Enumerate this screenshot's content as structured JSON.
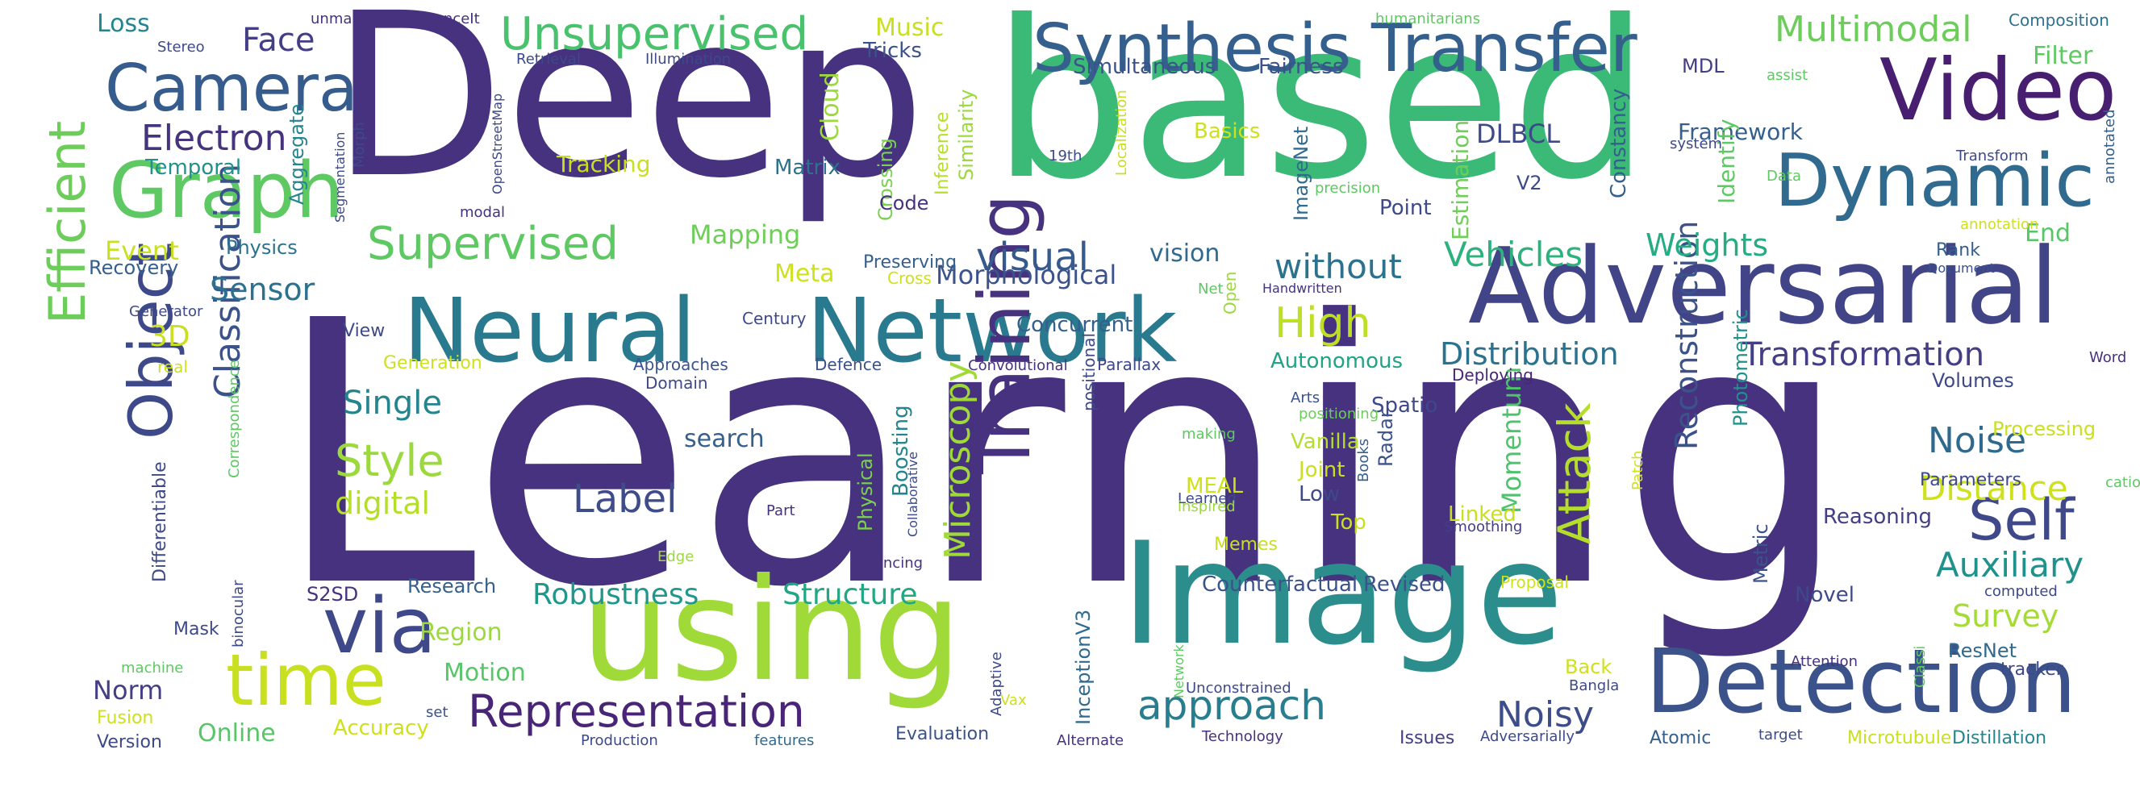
{
  "words": [
    {
      "text": "Learning",
      "color": "#46327e"
    },
    {
      "text": "Deep",
      "color": "#46327e"
    },
    {
      "text": "based",
      "color": "#3aba76"
    },
    {
      "text": "Image",
      "color": "#2c8e8c"
    },
    {
      "text": "using",
      "color": "#a0da39"
    },
    {
      "text": "Neural",
      "color": "#297a8e"
    },
    {
      "text": "Network",
      "color": "#297a8e"
    },
    {
      "text": "Adversarial",
      "color": "#414487"
    },
    {
      "text": "Detection",
      "color": "#3b528b"
    },
    {
      "text": "Video",
      "color": "#481f70"
    },
    {
      "text": "Synthesis",
      "color": "#355f8d"
    },
    {
      "text": "Transfer",
      "color": "#355f8d"
    },
    {
      "text": "Dynamic",
      "color": "#306a8e"
    },
    {
      "text": "Graph",
      "color": "#5ec962"
    },
    {
      "text": "Camera",
      "color": "#365c8d"
    },
    {
      "text": "via",
      "color": "#3f4889"
    },
    {
      "text": "time",
      "color": "#c8e020"
    },
    {
      "text": "Training",
      "color": "#46327e"
    },
    {
      "text": "Object",
      "color": "#3e4989"
    },
    {
      "text": "Efficient",
      "color": "#6ccd5a"
    },
    {
      "text": "Self",
      "color": "#3f4889"
    },
    {
      "text": "Representation",
      "color": "#482576"
    },
    {
      "text": "Unsupervised",
      "color": "#4ac16d"
    },
    {
      "text": "Supervised",
      "color": "#5ec962"
    },
    {
      "text": "approach",
      "color": "#287d8e"
    },
    {
      "text": "Attack",
      "color": "#b5de2b"
    },
    {
      "text": "Classification",
      "color": "#3b528b"
    },
    {
      "text": "Multimodal",
      "color": "#6ccd5a"
    },
    {
      "text": "Electron",
      "color": "#46337e"
    },
    {
      "text": "Microscopy",
      "color": "#a0da39"
    },
    {
      "text": "Style",
      "color": "#9bd93c"
    },
    {
      "text": "High",
      "color": "#bddf26"
    },
    {
      "text": "visual",
      "color": "#375a8c"
    },
    {
      "text": "Transformation",
      "color": "#433e85"
    },
    {
      "text": "Distribution",
      "color": "#2c728e"
    },
    {
      "text": "Label",
      "color": "#3e4c8a"
    },
    {
      "text": "Noise",
      "color": "#30698e"
    },
    {
      "text": "Reconstruction",
      "color": "#3b528b"
    },
    {
      "text": "Robustness",
      "color": "#1f988b"
    },
    {
      "text": "Structure",
      "color": "#22a785"
    },
    {
      "text": "Distance",
      "color": "#cde11d"
    },
    {
      "text": "Survey",
      "color": "#a5db36"
    },
    {
      "text": "Auxiliary",
      "color": "#21918c"
    },
    {
      "text": "Noisy",
      "color": "#3d4d8a"
    },
    {
      "text": "Face",
      "color": "#433e85"
    },
    {
      "text": "Sensor",
      "color": "#2c728e"
    },
    {
      "text": "Single",
      "color": "#25858e"
    },
    {
      "text": "without",
      "color": "#2c728e"
    },
    {
      "text": "Vehicles",
      "color": "#2db27d"
    },
    {
      "text": "Weights",
      "color": "#25ac82"
    },
    {
      "text": "digital",
      "color": "#b5de2b"
    },
    {
      "text": "Morphological",
      "color": "#3b528b"
    },
    {
      "text": "Mapping",
      "color": "#6ece58"
    },
    {
      "text": "Momentum",
      "color": "#4ec36b"
    },
    {
      "text": "Region",
      "color": "#9bd93c"
    },
    {
      "text": "Motion",
      "color": "#56c667"
    },
    {
      "text": "Norm",
      "color": "#433e85"
    },
    {
      "text": "Online",
      "color": "#56c667"
    },
    {
      "text": "Accuracy",
      "color": "#cde11d"
    },
    {
      "text": "Music",
      "color": "#c8e020"
    },
    {
      "text": "Tricks",
      "color": "#3b528b"
    },
    {
      "text": "Cloud",
      "color": "#9bd93c"
    },
    {
      "text": "Filter",
      "color": "#5ec962"
    },
    {
      "text": "DLBCL",
      "color": "#3e4989"
    },
    {
      "text": "Framework",
      "color": "#355f8d"
    },
    {
      "text": "MDL",
      "color": "#433e85"
    },
    {
      "text": "Composition",
      "color": "#2c728e"
    },
    {
      "text": "Loss",
      "color": "#25858e"
    },
    {
      "text": "Temporal",
      "color": "#21918c"
    },
    {
      "text": "Event",
      "color": "#c8e020"
    },
    {
      "text": "3D",
      "color": "#c8e020"
    },
    {
      "text": "Recovery",
      "color": "#355f8d"
    },
    {
      "text": "Physics",
      "color": "#2c728e"
    },
    {
      "text": "Point",
      "color": "#3e4989"
    },
    {
      "text": "Vanilla",
      "color": "#b5de2b"
    },
    {
      "text": "Spatio",
      "color": "#3e4989"
    },
    {
      "text": "Autonomous",
      "color": "#20a386"
    },
    {
      "text": "Meta",
      "color": "#cde11d"
    },
    {
      "text": "Concurrent",
      "color": "#355f8d"
    },
    {
      "text": "vision",
      "color": "#306a8e"
    },
    {
      "text": "Matrix",
      "color": "#2c728e"
    },
    {
      "text": "Tracking",
      "color": "#c8e020"
    },
    {
      "text": "Basics",
      "color": "#cde11d"
    },
    {
      "text": "Simultaneous",
      "color": "#3b528b"
    },
    {
      "text": "Fairness",
      "color": "#3b528b"
    },
    {
      "text": "Estimation",
      "color": "#6ece58"
    },
    {
      "text": "Constancy",
      "color": "#355f8d"
    },
    {
      "text": "Identify",
      "color": "#5ec962"
    },
    {
      "text": "ImageNet",
      "color": "#306a8e"
    },
    {
      "text": "V2",
      "color": "#3e4989"
    },
    {
      "text": "Similarity",
      "color": "#9bd93c"
    },
    {
      "text": "Crossing",
      "color": "#7ad151"
    },
    {
      "text": "Inference",
      "color": "#b5de2b"
    },
    {
      "text": "Boosting",
      "color": "#25858e"
    },
    {
      "text": "Physical",
      "color": "#7ad151"
    },
    {
      "text": "Code",
      "color": "#46327e"
    },
    {
      "text": "Preserving",
      "color": "#355f8d"
    },
    {
      "text": "Cross",
      "color": "#cde11d"
    },
    {
      "text": "Century",
      "color": "#3e4989"
    },
    {
      "text": "Defence",
      "color": "#3b528b"
    },
    {
      "text": "Approaches",
      "color": "#3b528b"
    },
    {
      "text": "Domain",
      "color": "#3e4989"
    },
    {
      "text": "Convolutional",
      "color": "#46327e"
    },
    {
      "text": "Parallax",
      "color": "#3e4989"
    },
    {
      "text": "Deploying",
      "color": "#482576"
    },
    {
      "text": "Arts",
      "color": "#3b528b"
    },
    {
      "text": "positioning",
      "color": "#6ccd5a"
    },
    {
      "text": "making",
      "color": "#5ec962"
    },
    {
      "text": "Learned",
      "color": "#3e4989"
    },
    {
      "text": "MEAL",
      "color": "#cde11d"
    },
    {
      "text": "inspired",
      "color": "#9bd93c"
    },
    {
      "text": "Memes",
      "color": "#c8e020"
    },
    {
      "text": "Joint",
      "color": "#c8e020"
    },
    {
      "text": "Low",
      "color": "#3e4989"
    },
    {
      "text": "Top",
      "color": "#c8e020"
    },
    {
      "text": "Books",
      "color": "#355f8d"
    },
    {
      "text": "Linked",
      "color": "#c8e020"
    },
    {
      "text": "Smoothing",
      "color": "#433e85"
    },
    {
      "text": "Radar",
      "color": "#3b528b"
    },
    {
      "text": "Photometric",
      "color": "#21918c"
    },
    {
      "text": "Patch",
      "color": "#cde11d"
    },
    {
      "text": "Processing",
      "color": "#c8e020"
    },
    {
      "text": "Parameters",
      "color": "#3e4989"
    },
    {
      "text": "cation",
      "color": "#5ec962"
    },
    {
      "text": "Reasoning",
      "color": "#433e85"
    },
    {
      "text": "Word",
      "color": "#46327e"
    },
    {
      "text": "Volumes",
      "color": "#3e4989"
    },
    {
      "text": "Rank",
      "color": "#355f8d"
    },
    {
      "text": "End",
      "color": "#56c667"
    },
    {
      "text": "Document",
      "color": "#3b528b"
    },
    {
      "text": "annotation",
      "color": "#cde11d"
    },
    {
      "text": "Data",
      "color": "#5ec962"
    },
    {
      "text": "Transform",
      "color": "#3e4989"
    },
    {
      "text": "annotated",
      "color": "#355f8d"
    },
    {
      "text": "system",
      "color": "#3e4989"
    },
    {
      "text": "assist",
      "color": "#5ec962"
    },
    {
      "text": "precision",
      "color": "#5ec962"
    },
    {
      "text": "Localization",
      "color": "#c8e020"
    },
    {
      "text": "19th",
      "color": "#3e4989"
    },
    {
      "text": "Handwritten",
      "color": "#46327e"
    },
    {
      "text": "Net",
      "color": "#5ec962"
    },
    {
      "text": "Open",
      "color": "#9bd93c"
    },
    {
      "text": "positional",
      "color": "#3e4989"
    },
    {
      "text": "Collaborative",
      "color": "#3e4989"
    },
    {
      "text": "Part",
      "color": "#46327e"
    },
    {
      "text": "Dancing",
      "color": "#46327e"
    },
    {
      "text": "Edge",
      "color": "#9bd93c"
    },
    {
      "text": "Research",
      "color": "#355f8d"
    },
    {
      "text": "S2SD",
      "color": "#46327e"
    },
    {
      "text": "Mask",
      "color": "#3e4989"
    },
    {
      "text": "machine",
      "color": "#5ec962"
    },
    {
      "text": "Fusion",
      "color": "#cde11d"
    },
    {
      "text": "Version",
      "color": "#3e4989"
    },
    {
      "text": "set",
      "color": "#3b528b"
    },
    {
      "text": "Production",
      "color": "#3e4989"
    },
    {
      "text": "features",
      "color": "#306a8e"
    },
    {
      "text": "Evaluation",
      "color": "#3b528b"
    },
    {
      "text": "Alternate",
      "color": "#46327e"
    },
    {
      "text": "Technology",
      "color": "#46327e"
    },
    {
      "text": "Issues",
      "color": "#433e85"
    },
    {
      "text": "Adversarially",
      "color": "#3e4989"
    },
    {
      "text": "Atomic",
      "color": "#355f8d"
    },
    {
      "text": "target",
      "color": "#3e4989"
    },
    {
      "text": "Microtubule",
      "color": "#c8e020"
    },
    {
      "text": "Distillation",
      "color": "#25858e"
    },
    {
      "text": "Counterfactual",
      "color": "#3b528b"
    },
    {
      "text": "Revised",
      "color": "#3b528b"
    },
    {
      "text": "Proposal",
      "color": "#cde11d"
    },
    {
      "text": "Novel",
      "color": "#3e4989"
    },
    {
      "text": "ResNet",
      "color": "#306a8e"
    },
    {
      "text": "tracker",
      "color": "#3e4989"
    },
    {
      "text": "Attention",
      "color": "#46327e"
    },
    {
      "text": "Classi",
      "color": "#5ec962"
    },
    {
      "text": "computed",
      "color": "#3e4989"
    },
    {
      "text": "Back",
      "color": "#cde11d"
    },
    {
      "text": "Bangla",
      "color": "#3e4989"
    },
    {
      "text": "Metric",
      "color": "#3b528b"
    },
    {
      "text": "Unconstrained",
      "color": "#3e4989"
    },
    {
      "text": "Adaptive",
      "color": "#3e4989"
    },
    {
      "text": "Vax",
      "color": "#cde11d"
    },
    {
      "text": "Network",
      "color": "#5ec962"
    },
    {
      "text": "InceptionV3",
      "color": "#306a8e"
    },
    {
      "text": "View",
      "color": "#3e4989"
    },
    {
      "text": "Generation",
      "color": "#cde11d"
    },
    {
      "text": "real",
      "color": "#cde11d"
    },
    {
      "text": "Generator",
      "color": "#3e4989"
    },
    {
      "text": "Correspondence",
      "color": "#5ec962"
    },
    {
      "text": "Differentiable",
      "color": "#3e4989"
    },
    {
      "text": "binocular",
      "color": "#3e4989"
    },
    {
      "text": "search",
      "color": "#355f8d"
    },
    {
      "text": "Aggregate",
      "color": "#25858e"
    },
    {
      "text": "Morph",
      "color": "#3e4989"
    },
    {
      "text": "Segmentation",
      "color": "#3e4989"
    },
    {
      "text": "OpenStreetMap",
      "color": "#3e4989"
    },
    {
      "text": "modal",
      "color": "#46327e"
    },
    {
      "text": "Retrieval",
      "color": "#3e4989"
    },
    {
      "text": "Illumination",
      "color": "#3e4989"
    },
    {
      "text": "Stereo",
      "color": "#3e4989"
    },
    {
      "text": "unmanned",
      "color": "#46327e"
    },
    {
      "text": "DanceIt",
      "color": "#46327e"
    },
    {
      "text": "humanitarians",
      "color": "#5ec962"
    }
  ]
}
